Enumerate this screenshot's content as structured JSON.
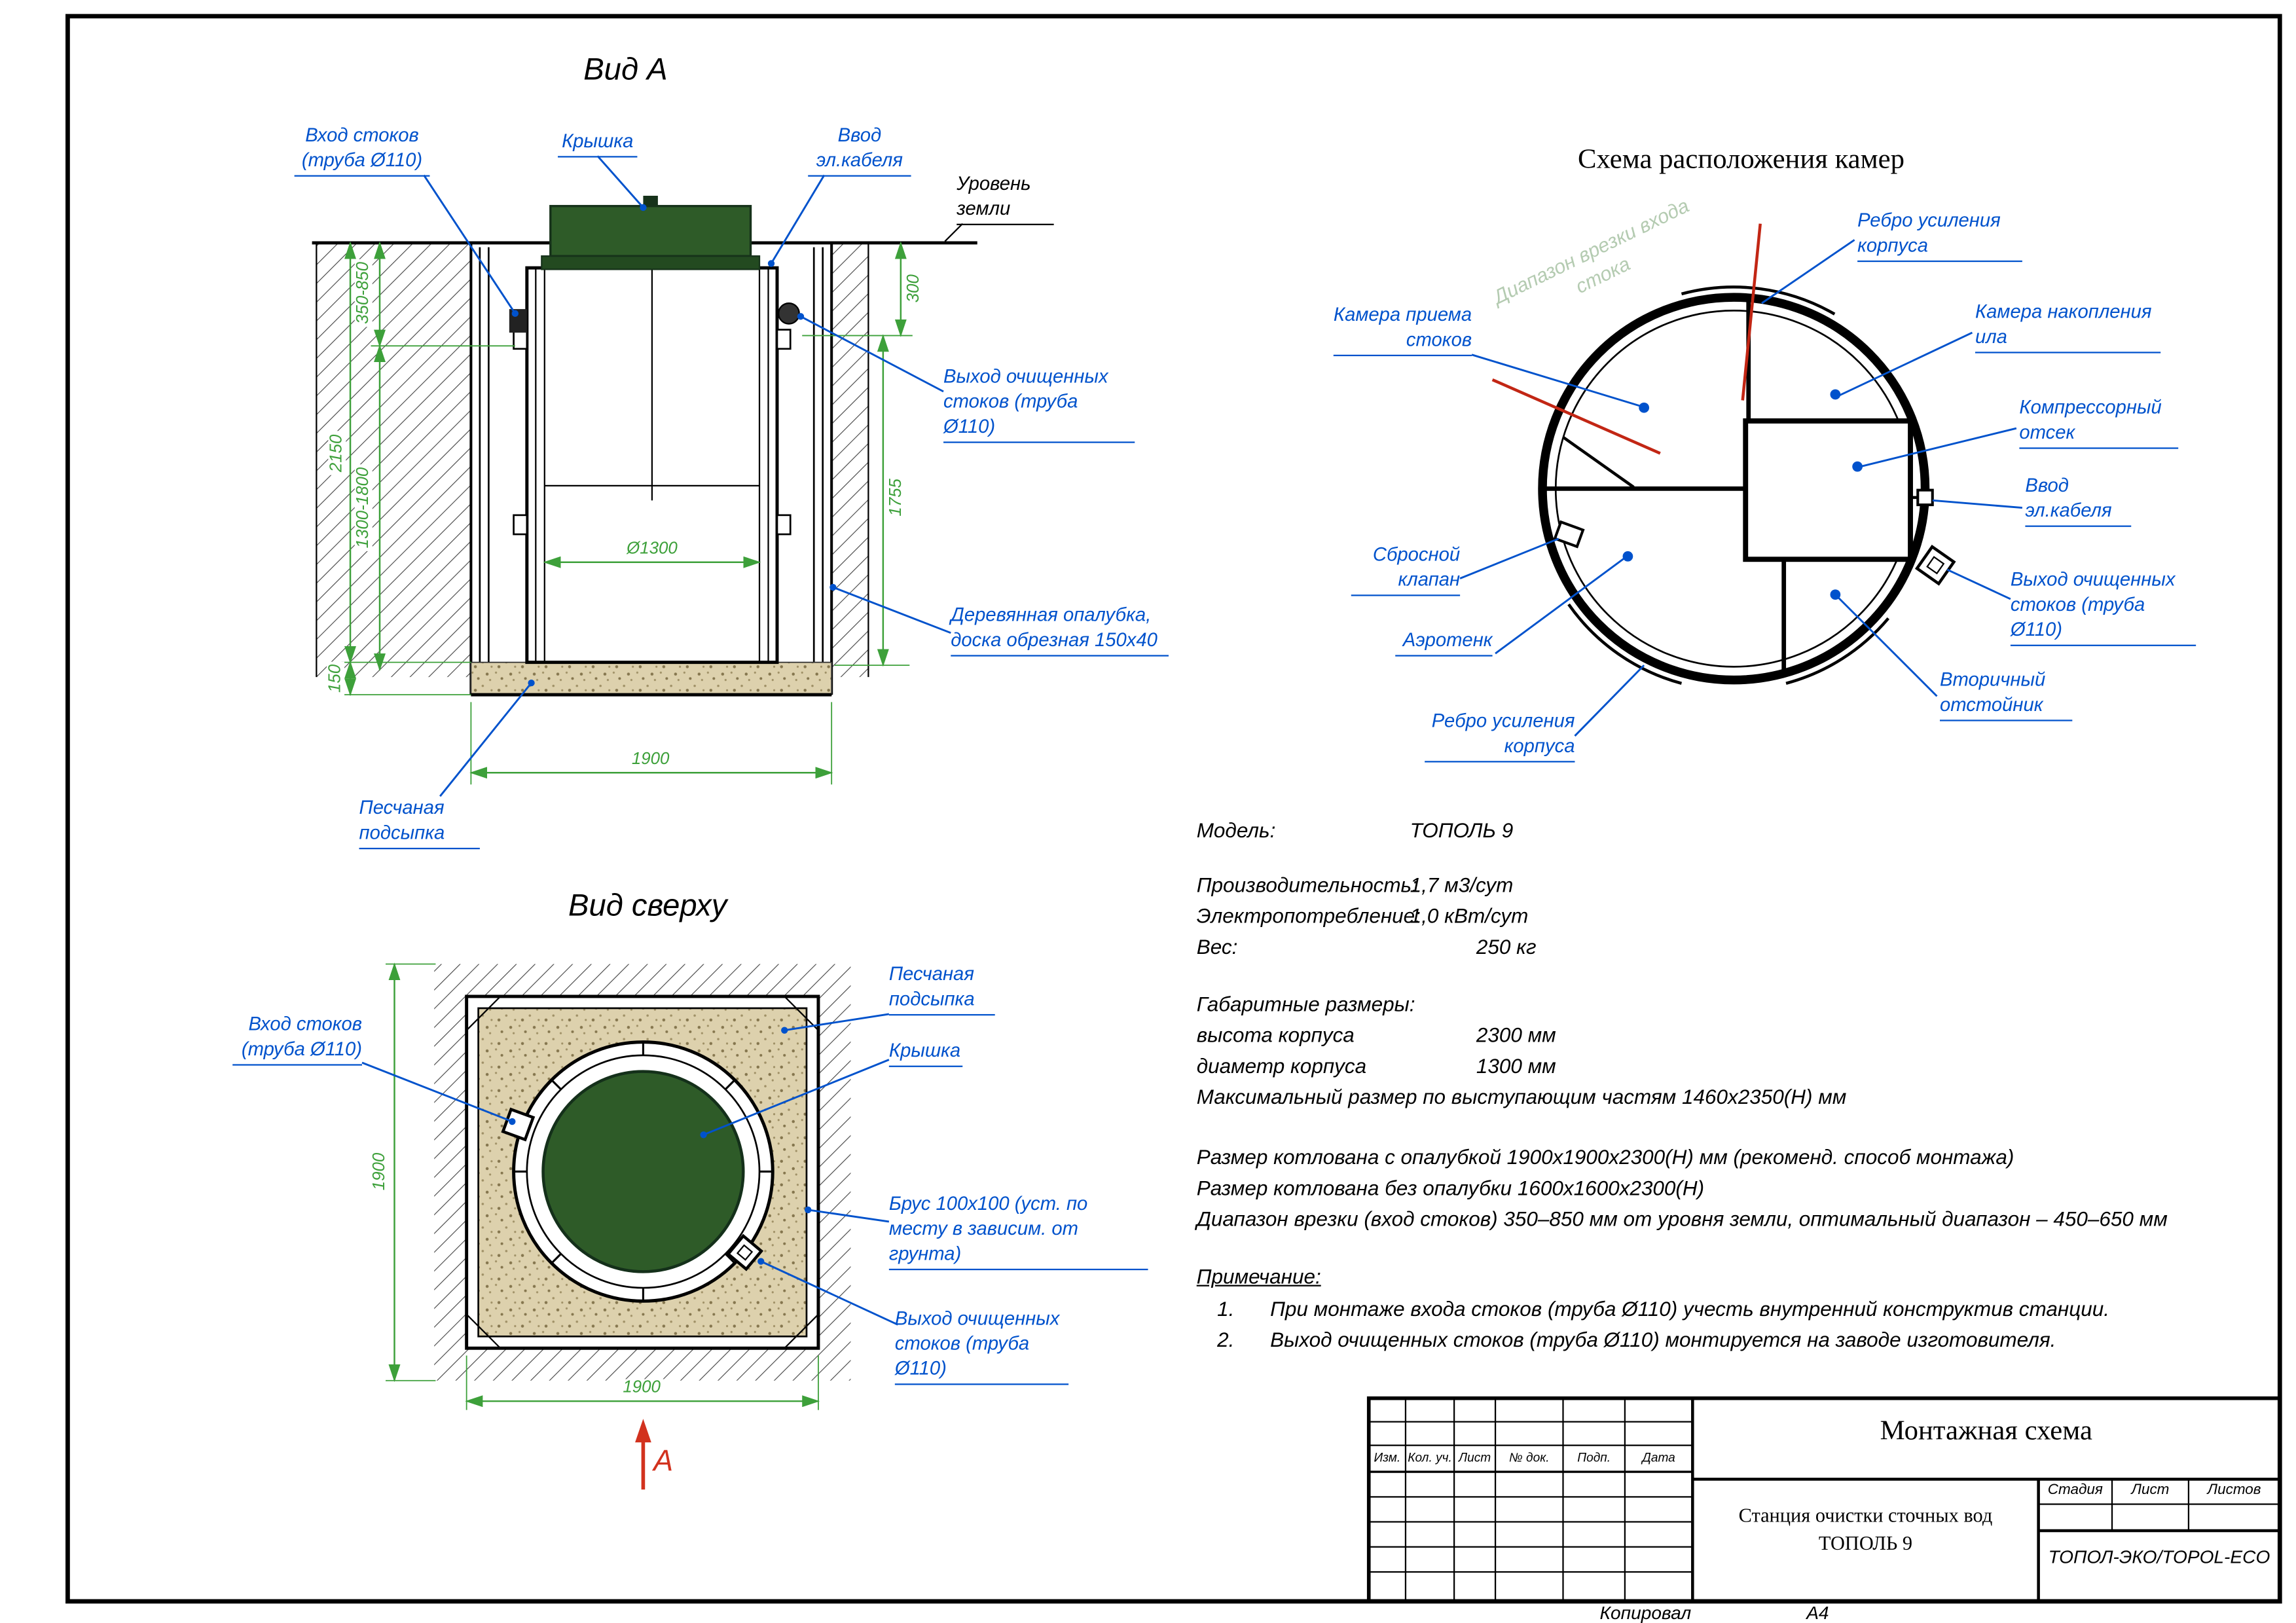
{
  "colors": {
    "label_blue": "#0052cc",
    "dimension_green": "#3da03a",
    "lid_green": "#2e5b28",
    "section_red": "#d2321e"
  },
  "view_a": {
    "title": "Вид А",
    "labels": {
      "inlet": "Вход стоков (труба Ø110)",
      "lid": "Крышка",
      "cable": "Ввод эл.кабеля",
      "ground": "Уровень земли",
      "outlet": "Выход очищенных стоков (труба Ø110)",
      "formwork": "Деревянная опалубка, доска обрезная 150х40",
      "sand": "Песчаная подсыпка"
    },
    "dims": {
      "inlet_range": "350-850",
      "pit_depth": "2150",
      "inlet_depth_range": "1300-1800",
      "bedding": "150",
      "outlet_depth": "300",
      "body": "1755",
      "pit_width": "1900",
      "diameter": "Ø1300"
    }
  },
  "chambers": {
    "title": "Схема расположения камер",
    "watermark": "Диапазон врезки входа стока",
    "labels": {
      "rib_top": "Ребро усиления корпуса",
      "sludge": "Камера накопления ила",
      "compressor": "Компрессорный отсек",
      "cable": "Ввод эл.кабеля",
      "outlet": "Выход очищенных стоков (труба Ø110)",
      "secondary": "Вторичный отстойник",
      "receiving": "Камера приема стоков",
      "valve": "Сбросной клапан",
      "aeration": "Аэротенк",
      "rib_bottom": "Ребро усиления корпуса"
    }
  },
  "top_view": {
    "title": "Вид сверху",
    "section_mark": "А",
    "labels": {
      "inlet": "Вход стоков (труба Ø110)",
      "sand": "Песчаная подсыпка",
      "lid": "Крышка",
      "timber": "Брус 100х100 (уст. по месту в зависим. от грунта)",
      "outlet": "Выход очищенных стоков (труба Ø110)"
    },
    "dims": {
      "width": "1900",
      "depth": "1900"
    }
  },
  "specs": {
    "rows": [
      {
        "label": "Модель:",
        "value": "ТОПОЛЬ 9"
      },
      {
        "label": "Производительность:",
        "value": "1,7 м3/сут"
      },
      {
        "label": "Электропотребление:",
        "value": "1,0 кВт/сут"
      },
      {
        "label": "Вес:",
        "value": "250 кг"
      },
      {
        "label": "Габаритные размеры:",
        "value": ""
      },
      {
        "label": "высота корпуса",
        "value": "2300 мм"
      },
      {
        "label": "диаметр корпуса",
        "value": "1300 мм"
      },
      {
        "label": "Максимальный размер по выступающим частям 1460х2350(Н) мм",
        "value": ""
      },
      {
        "label": "Размер котлована с опалубкой 1900х1900х2300(Н) мм (рекоменд. способ монтажа)",
        "value": ""
      },
      {
        "label": "Размер котлована без опалубки 1600х1600х2300(Н)",
        "value": ""
      },
      {
        "label": "Диапазон врезки (вход стоков) 350–850 мм от уровня земли, оптимальный диапазон – 450–650 мм",
        "value": ""
      }
    ],
    "notes_title": "Примечание:",
    "notes": [
      {
        "num": "1.",
        "text": "При монтаже входа стоков (труба Ø110) учесть внутренний конструктив станции."
      },
      {
        "num": "2.",
        "text": "Выход очищенных стоков (труба Ø110) монтируется на заводе изготовителя."
      }
    ]
  },
  "title_block": {
    "doc_title": "Монтажная схема",
    "object_line1": "Станция очистки сточных вод",
    "object_line2": "ТОПОЛЬ 9",
    "company": "ТОПОЛ-ЭКО/TOPOL-ECO",
    "columns": [
      "Изм.",
      "Кол. уч.",
      "Лист",
      "№ док.",
      "Подп.",
      "Дата"
    ],
    "stage_columns": [
      "Стадия",
      "Лист",
      "Листов"
    ]
  },
  "frame": {
    "copied": "Копировал",
    "format": "А4"
  }
}
